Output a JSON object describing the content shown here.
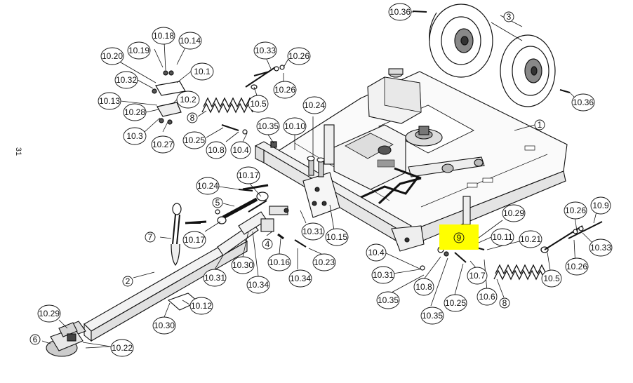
{
  "page": {
    "number": "31"
  },
  "highlight": {
    "label": "9",
    "color": "#ffff00"
  },
  "colors": {
    "line": "#111111",
    "fill_dark": "#2a2a2a",
    "fill_mid": "#bdbdbd",
    "fill_light": "#ececec"
  },
  "callouts": {
    "c1036a": "10.36",
    "c3": "3",
    "c1036b": "10.36",
    "c1": "1",
    "c1018": "10.18",
    "c1014": "10.14",
    "c1020a": "10.20",
    "c1019": "10.19",
    "c101": "10.1",
    "c1032": "10.32",
    "c1013": "10.13",
    "c102": "10.2",
    "c1028": "10.28",
    "c103": "10.3",
    "c1027": "10.27",
    "c1033a": "10.33",
    "c1026a": "10.26",
    "c1026b": "10.26",
    "c105a": "10.5",
    "c8a": "8",
    "c1025a": "10.25",
    "c108a": "10.8",
    "c104a": "10.4",
    "c1035a": "10.35",
    "c1010": "10.10",
    "c1024a": "10.24",
    "c1017a": "10.17",
    "c1024b": "10.24",
    "c5": "5",
    "c1017b": "10.17",
    "c7": "7",
    "c4": "4",
    "c1031a": "10.31",
    "c1015": "10.15",
    "c1016": "10.16",
    "c1034a": "10.34",
    "c1023": "10.23",
    "c1030a": "10.30",
    "c1034b": "10.34",
    "c1031b": "10.31",
    "c2": "2",
    "c1012": "10.12",
    "c1030b": "10.30",
    "c1029a": "10.29",
    "c6": "6",
    "c1022": "10.22",
    "c104b": "10.4",
    "c1031c": "10.31",
    "c1035b": "10.35",
    "c108b": "10.8",
    "c1035c": "10.35",
    "c1025b": "10.25",
    "c1029b": "10.29",
    "c1011": "10.11",
    "c1021": "10.21",
    "c107": "10.7",
    "c106": "10.6",
    "c8b": "8",
    "c1026c": "10.26",
    "c109": "10.9",
    "c1033b": "10.33",
    "c1026d": "10.26",
    "c105b": "10.5"
  }
}
